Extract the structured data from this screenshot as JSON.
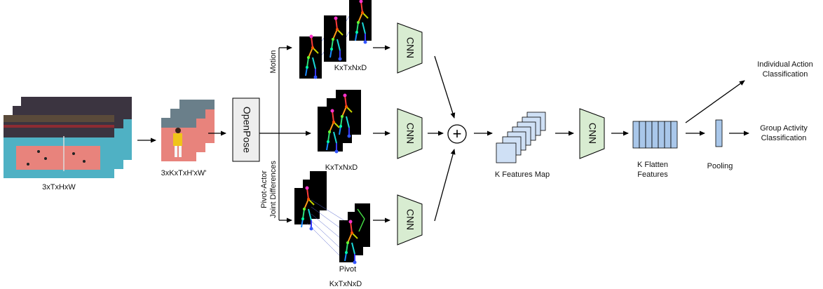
{
  "labels": {
    "input_video": "3xTxHxW",
    "cropped_clips": "3xKxTxH'xW'",
    "openpose": "OpenPose",
    "motion": "Motion",
    "motion_dims": "KxTxNxD",
    "pose_dims": "KxTxNxD",
    "pivot_branch_line1": "Pivot-Actor",
    "pivot_branch_line2": "Joint Differences",
    "pivot": "Pivot",
    "pivot_dims": "KxTxNxD",
    "cnn": "CNN",
    "sum_symbol": "+",
    "feature_map": "K Features Map",
    "flatten_line1": "K Flatten",
    "flatten_line2": "Features",
    "pooling": "Pooling",
    "individual_line1": "Individual Action",
    "individual_line2": "Classification",
    "group_line1": "Group Activity",
    "group_line2": "Classification"
  },
  "colors": {
    "cnn_fill": "#d8ecd1",
    "feature_fill": "#cfe0f5",
    "flatten_fill": "#a9c7ea",
    "pooling_fill": "#a9c7ea",
    "openpose_fill": "#eeeeee",
    "court_floor": "#e8837c",
    "court_blue": "#4fb1c4"
  }
}
